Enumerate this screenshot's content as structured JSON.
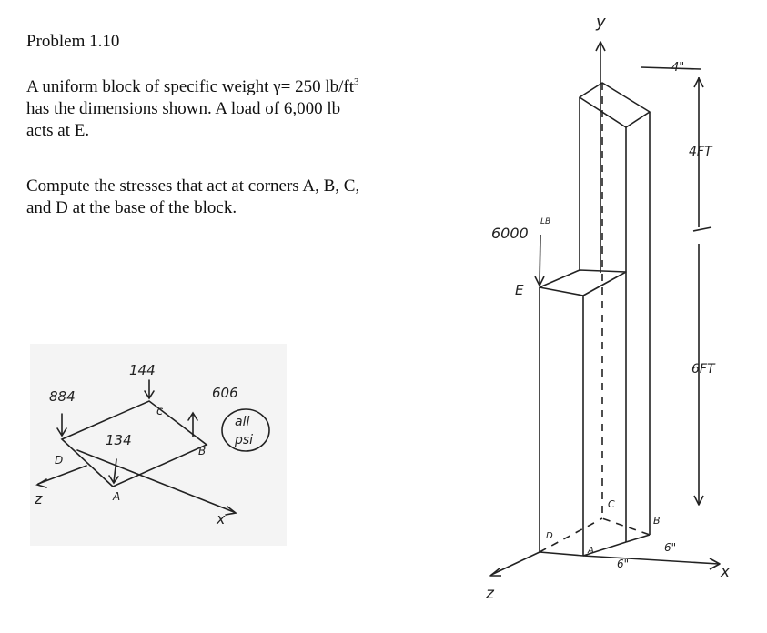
{
  "problem": {
    "title": "Problem 1.10",
    "line1_pre": "A uniform block of specific weight γ= 250 lb/ft",
    "line1_sup": "3",
    "line2": "has the dimensions shown.  A load of 6,000 lb",
    "line3": "acts at E.",
    "line4": "Compute the stresses that act at corners A, B, C,",
    "line5": "and D at the base of the block."
  },
  "answer_sketch": {
    "stress_D": "884",
    "stress_C": "144",
    "stress_A": "134",
    "stress_B": "606",
    "unit_note_1": "all",
    "unit_note_2": "psi",
    "labels": {
      "D": "D",
      "C": "c",
      "A": "A",
      "B": "B",
      "x": "x",
      "z": "z"
    }
  },
  "block_figure": {
    "axis_y": "y",
    "axis_x": "x",
    "axis_z": "z",
    "load_value": "6000",
    "load_unit": "LB",
    "point_E": "E",
    "dim_width": "4\"",
    "dim_upper_height": "4FT",
    "dim_lower_height": "6FT",
    "dim_depth_a": "6\"",
    "dim_depth_b": "6\"",
    "corner_A": "A",
    "corner_B": "B",
    "corner_C": "C",
    "corner_D": "D"
  }
}
